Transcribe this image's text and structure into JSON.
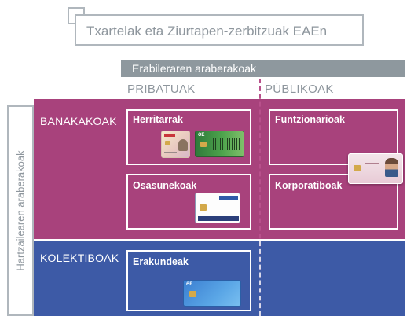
{
  "title": "Txartelak eta Ziurtapen-zerbitzuak EAEn",
  "axis_top": "Erabileraren araberakoak",
  "axis_left": "Hartzailearen araberakoak",
  "columns": {
    "private": "PRIBATUAK",
    "public": "PÚBLIKOAK"
  },
  "rows": {
    "individual": "BANAKAKOAK",
    "collective": "KOLEKTIBOAK"
  },
  "cells": {
    "herritarrak": "Herritarrak",
    "funtzionarioak": "Funtzionarioak",
    "osasunekoak": "Osasunekoak",
    "korporatiboak": "Korporatiboak",
    "erakundeak": "Erakundeak"
  },
  "card_marks": {
    "izenpe_logo": "ƏE"
  },
  "colors": {
    "individual_row": "#a8427c",
    "collective_row": "#3d5aa6",
    "header_bar": "#8e989e",
    "frame_grey": "#b0b7bd"
  }
}
